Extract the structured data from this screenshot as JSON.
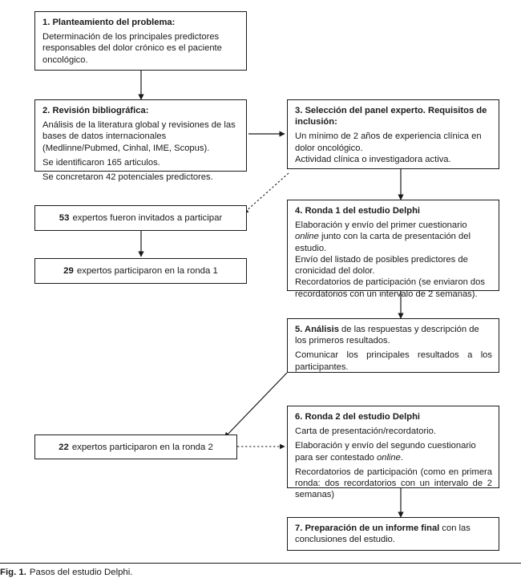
{
  "figure": {
    "label": "Fig. 1.",
    "caption": "Pasos del estudio Delphi."
  },
  "colors": {
    "stroke": "#1a1a1a",
    "text": "#1a1a1a",
    "background": "#ffffff"
  },
  "boxes": {
    "step1": {
      "heading": "1. Planteamiento del problema:",
      "body": "Determinación de los principales predictores responsables del dolor crónico es el paciente oncológico."
    },
    "step2": {
      "heading": "2. Revisión bibliográfica:",
      "body1": "Análisis de la literatura global y revisiones de las bases de datos internacionales (Medlinne/Pubmed, Cinhal, IME, Scopus).",
      "body2": "Se identificaron 165 articulos.",
      "body3": "Se concretaron 42 potenciales predictores."
    },
    "step3": {
      "heading": "3. Selección del panel experto. Requisitos de inclusión:",
      "body1": "Un mínimo de 2 años de experiencia clínica en dolor oncológico.",
      "body2": "Actividad clínica o investigadora activa."
    },
    "step4": {
      "heading": "4. Ronda 1 del estudio Delphi",
      "body1_a": "Elaboración y envío del primer cuestionario ",
      "body1_em": "online",
      "body1_b": " junto con la carta de presentación del estudio.",
      "body2": "Envío del listado de posibles predictores de cronicidad del dolor.",
      "body3": "Recordatorios de participación (se enviaron dos recordatorios con un intervalo de 2 semanas)."
    },
    "step5": {
      "heading_bold": "5. Análisis",
      "heading_rest": " de las respuestas y descripción de los primeros resultados.",
      "body2": "Comunicar los principales resultados a los participantes."
    },
    "step6": {
      "heading": "6. Ronda 2 del estudio Delphi",
      "body1": "Carta de presentación/recordatorio.",
      "body2_a": "Elaboración y envío del segundo cuestionario para ser contestado ",
      "body2_em": "online",
      "body2_b": ".",
      "body3": "Recordatorios de participación (como en primera ronda: dos recordatorios con un intervalo de 2 semanas)"
    },
    "step7": {
      "heading_bold": "7. Preparación de un informe final",
      "heading_rest": " con las conclusiones del estudio."
    }
  },
  "counts": {
    "invited": {
      "number": "53",
      "label": "expertos fueron invitados a participar"
    },
    "round1": {
      "number": "29",
      "label": "expertos participaron en la ronda 1"
    },
    "round2": {
      "number": "22",
      "label": "expertos participaron en la ronda 2"
    }
  },
  "connectors": [
    {
      "name": "step1-to-step2",
      "style": "solid",
      "direction": "down"
    },
    {
      "name": "step2-to-step3",
      "style": "solid",
      "direction": "right"
    },
    {
      "name": "step3-to-invited",
      "style": "dotted",
      "direction": "down-left"
    },
    {
      "name": "invited-to-round1",
      "style": "solid",
      "direction": "down"
    },
    {
      "name": "step3-to-step4",
      "style": "solid",
      "direction": "down"
    },
    {
      "name": "step4-to-step5",
      "style": "solid",
      "direction": "down"
    },
    {
      "name": "step5-to-round2",
      "style": "solid",
      "direction": "down-left"
    },
    {
      "name": "round2-to-step6",
      "style": "dotted",
      "direction": "right"
    },
    {
      "name": "step6-to-step7",
      "style": "solid",
      "direction": "down"
    }
  ]
}
